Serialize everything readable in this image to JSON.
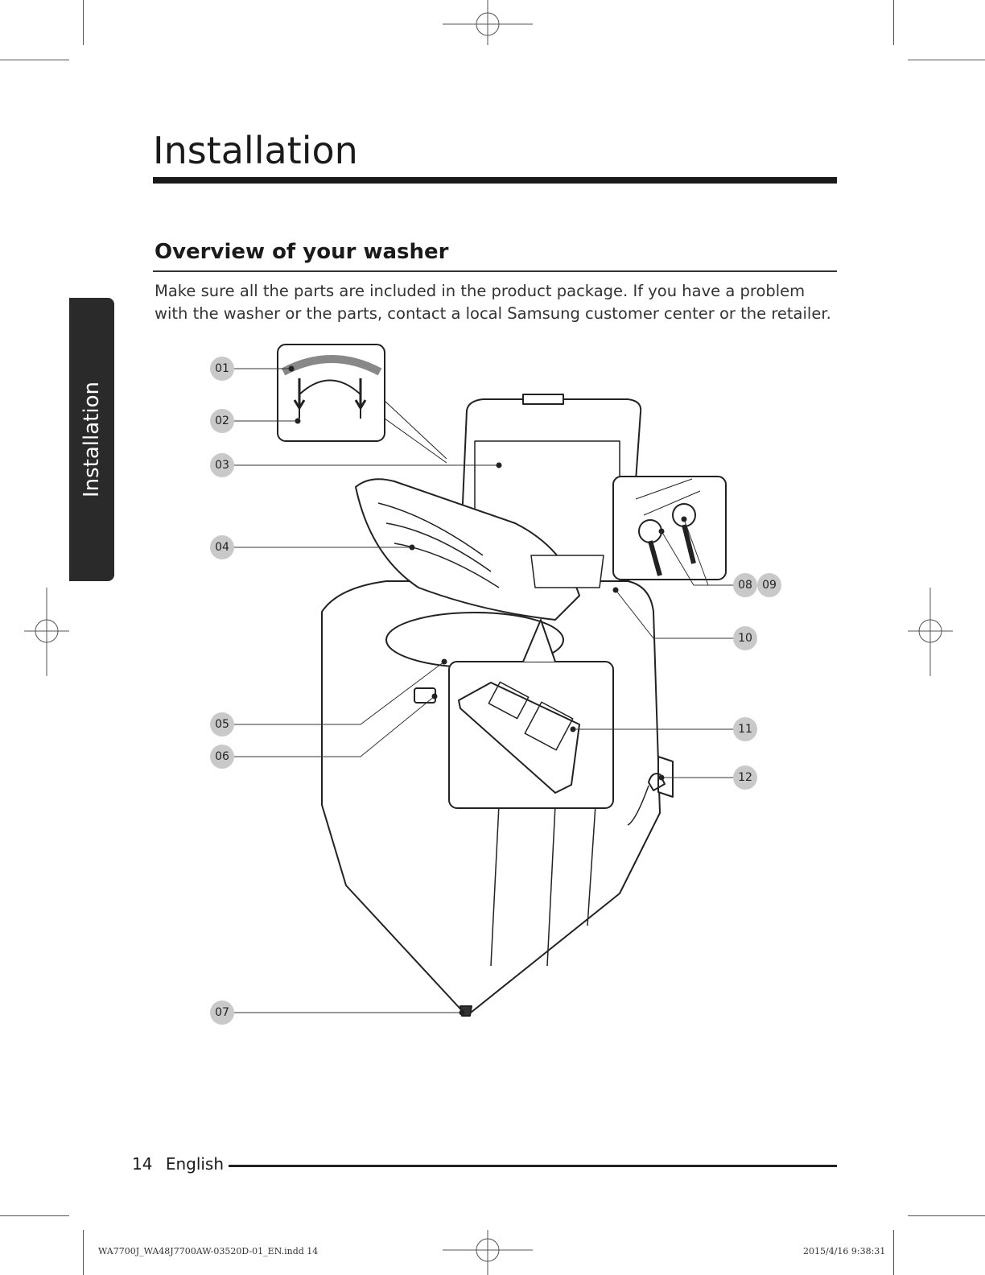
{
  "page": {
    "side_tab_label": "Installation",
    "title": "Installation",
    "section_title": "Overview of your washer",
    "intro": "Make sure all the parts are included in the product package. If you have a problem with the washer or the parts, contact a local Samsung customer center or the retailer.",
    "page_number": "14",
    "language": "English"
  },
  "callouts": [
    "01",
    "02",
    "03",
    "04",
    "05",
    "06",
    "07",
    "08",
    "09",
    "10",
    "11",
    "12"
  ],
  "print_info": {
    "file": "WA7700J_WA48J7700AW-03520D-01_EN.indd   14",
    "date": "2015/4/16   9:38:31"
  }
}
